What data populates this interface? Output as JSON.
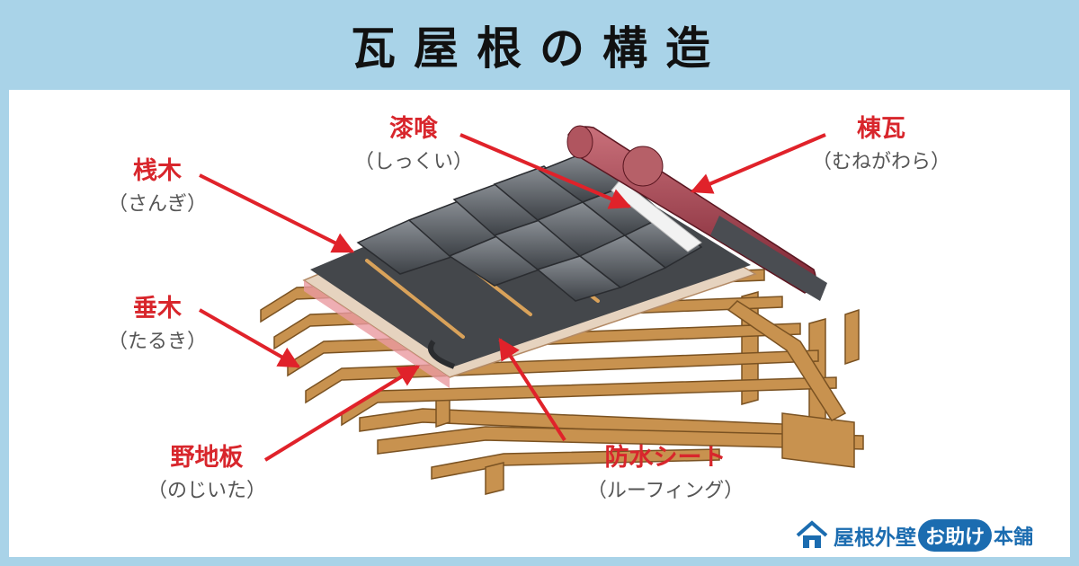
{
  "title": "瓦屋根の構造",
  "labels": {
    "sangi": {
      "main": "桟木",
      "sub": "（さんぎ）"
    },
    "shikkui": {
      "main": "漆喰",
      "sub": "（しっくい）"
    },
    "munegawara": {
      "main": "棟瓦",
      "sub": "（むねがわら）"
    },
    "taruki": {
      "main": "垂木",
      "sub": "（たるき）"
    },
    "nojiita": {
      "main": "野地板",
      "sub": "（のじいた）"
    },
    "sheet": {
      "main": "防水シート",
      "sub": "（ルーフィング）"
    }
  },
  "logo": {
    "part1": "屋根外壁",
    "pill": "お助け",
    "part2": "本舗"
  },
  "colors": {
    "accent": "#d8262c",
    "header": "#a9d3e8",
    "brand": "#1b6cb0"
  }
}
